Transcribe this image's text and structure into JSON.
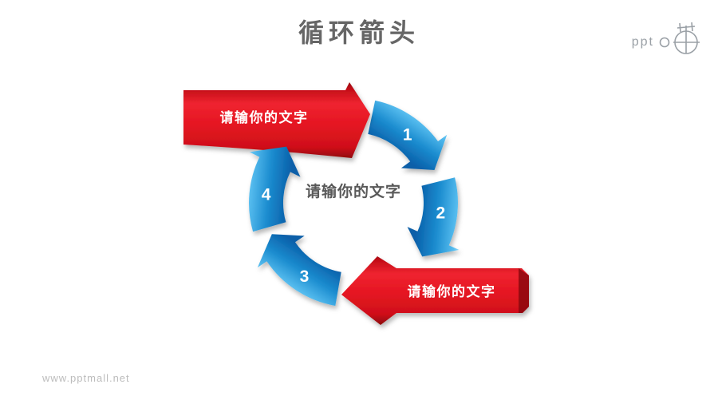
{
  "header": {
    "title": "循环箭头"
  },
  "logo": {
    "text": "ppt",
    "icon": "globe-crosshair-icon"
  },
  "watermark": {
    "text": "www.pptmall.net"
  },
  "diagram": {
    "type": "cycle-arrows",
    "center_label": "请输你的文字",
    "red_arrows": [
      {
        "label": "请输你的文字",
        "position": "top-left",
        "direction": "right"
      },
      {
        "label": "请输你的文字",
        "position": "bottom-right",
        "direction": "left"
      }
    ],
    "steps": [
      {
        "number": "1",
        "position": "top-right"
      },
      {
        "number": "2",
        "position": "right"
      },
      {
        "number": "3",
        "position": "bottom-left"
      },
      {
        "number": "4",
        "position": "left"
      }
    ],
    "colors": {
      "red_light": "#ef2430",
      "red": "#e51522",
      "red_dark": "#8c080e",
      "blue_light": "#9fdcf8",
      "blue_mid": "#1b8ccf",
      "blue_dark": "#0a5ea8",
      "text_gray": "#595959",
      "label_white": "#ffffff"
    }
  }
}
